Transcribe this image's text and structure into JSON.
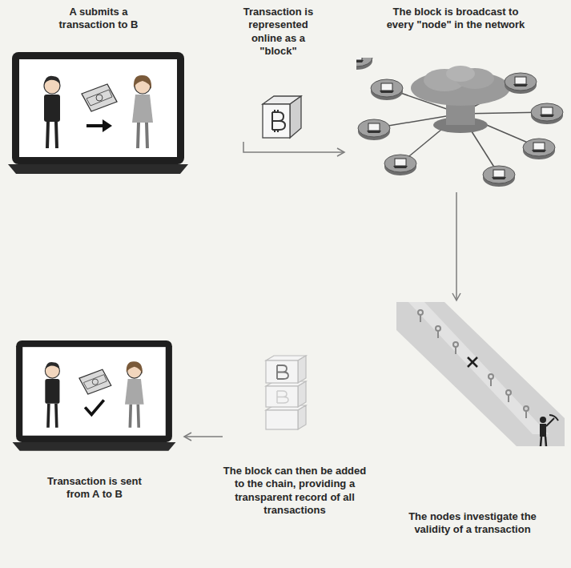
{
  "diagram": {
    "nodes": [
      {
        "text": [
          "A submits a transaction to B"
        ]
      },
      {
        "text": [
          "Transaction is represented online as a \"block\""
        ]
      },
      {
        "text": [
          "The block is broadcast to every \"node\" in the network"
        ]
      },
      {
        "text": [
          "The nodes investigate the validity of a transaction"
        ]
      },
      {
        "text": [
          "The block can then be added to the chain, providing a transparent record of all transactions"
        ]
      },
      {
        "text": [
          "Transaction is sent from A to B"
        ]
      }
    ],
    "edges": [
      {
        "from": 1,
        "to": 2,
        "arrow": "to"
      },
      {
        "from": 2,
        "to": 3,
        "arrow": "to"
      },
      {
        "from": 4,
        "to": 5,
        "arrow": "to"
      }
    ]
  }
}
